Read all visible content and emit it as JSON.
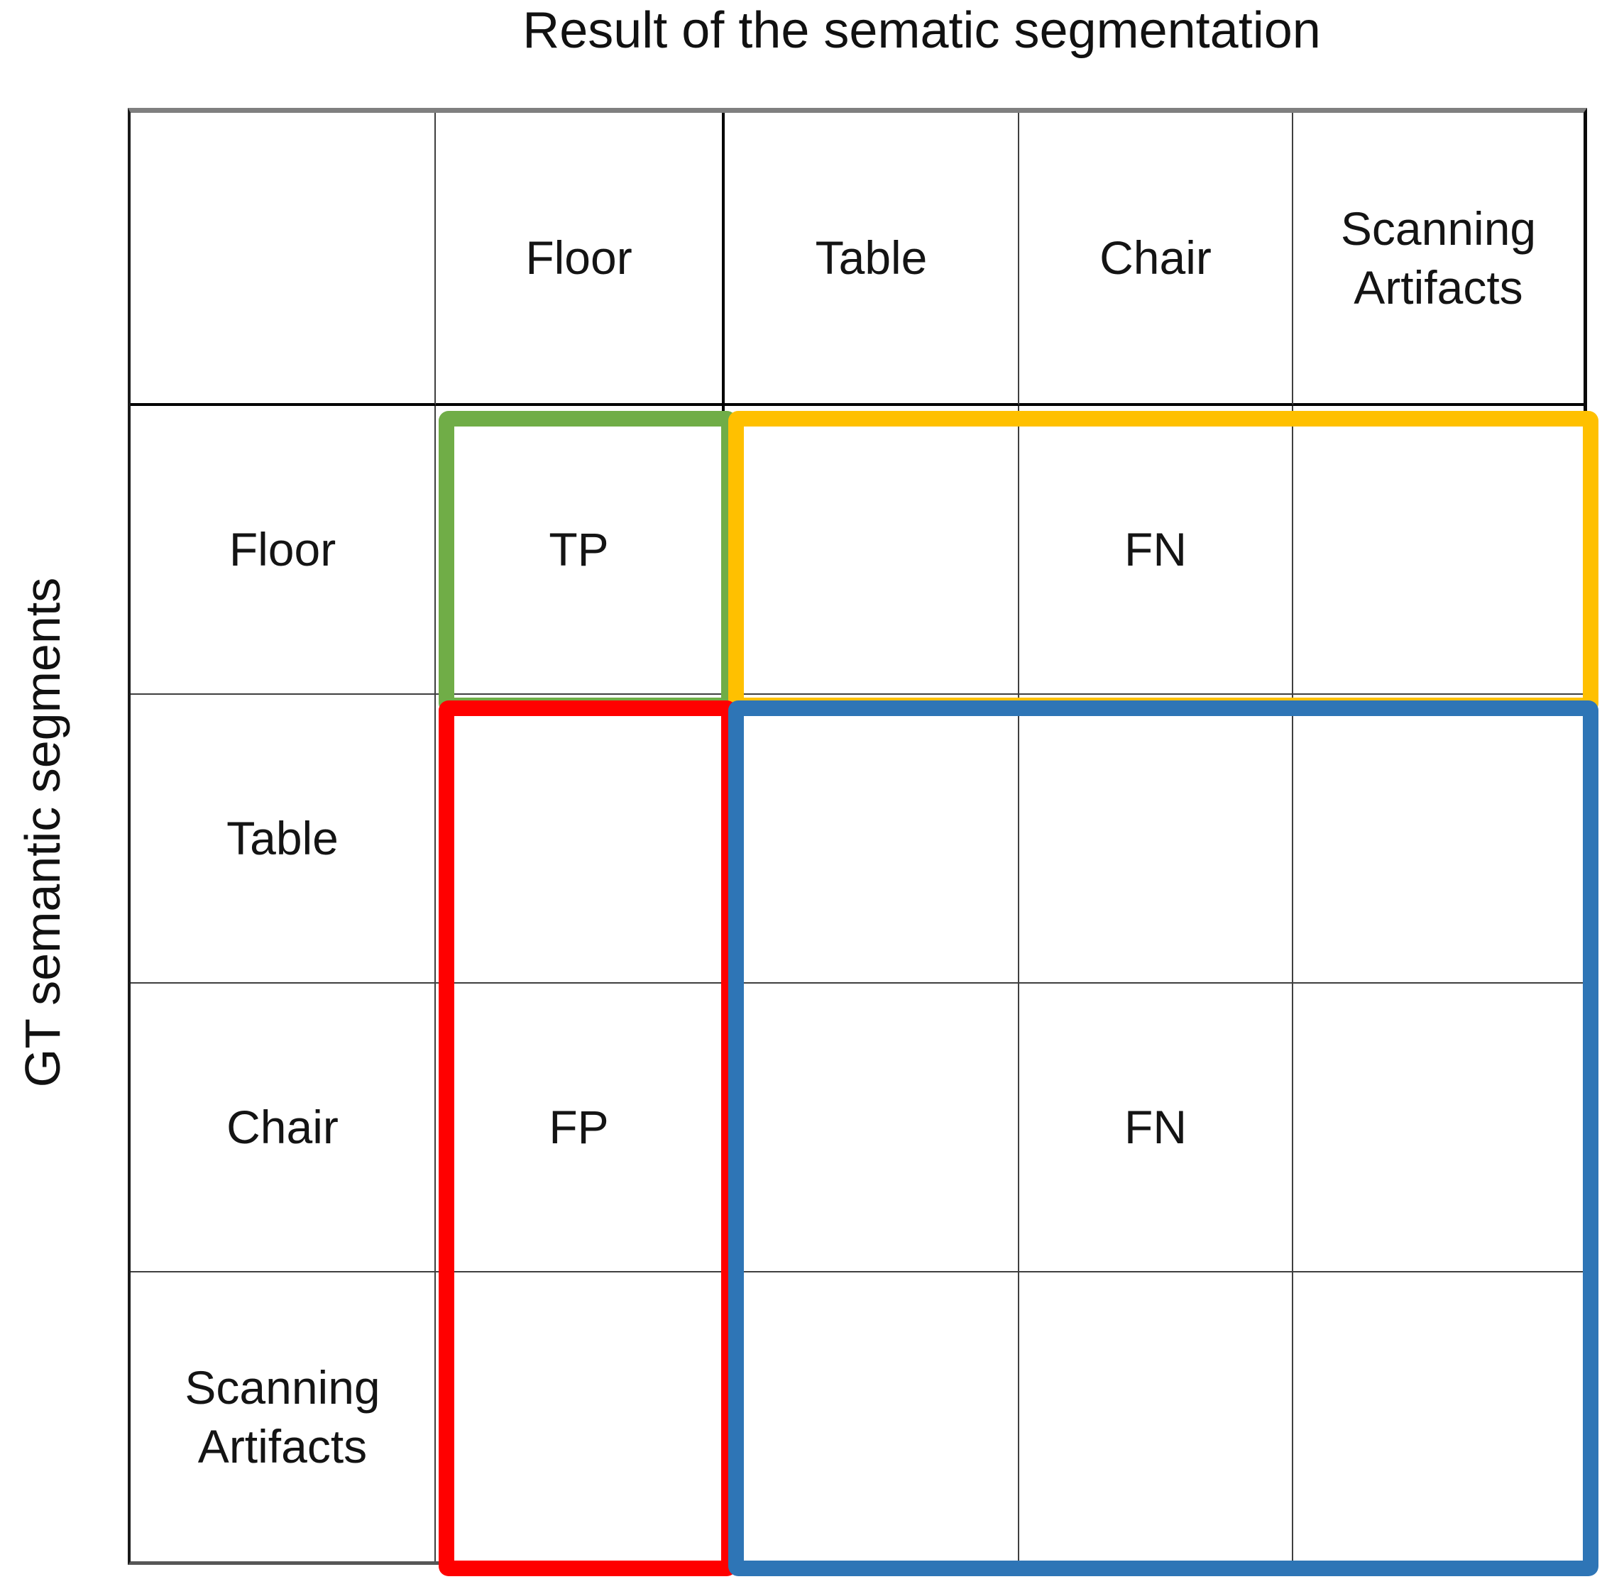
{
  "title": "Result of the sematic segmentation",
  "y_axis_label": "GT semantic segments",
  "matrix": {
    "column_headers": [
      "Floor",
      "Table",
      "Chair",
      "Scanning Artifacts"
    ],
    "row_headers": [
      "Floor",
      "Table",
      "Chair",
      "Scanning Artifacts"
    ]
  },
  "annotations": {
    "tp": "TP",
    "fn_floor_row": "FN",
    "fp_floor_column": "FP",
    "fn_block": "FN"
  },
  "box_colors": {
    "tp": "#70AD47",
    "fn_floor_row": "#FFC000",
    "fp_floor_column": "#FF0000",
    "fn_block": "#2E75B6"
  }
}
